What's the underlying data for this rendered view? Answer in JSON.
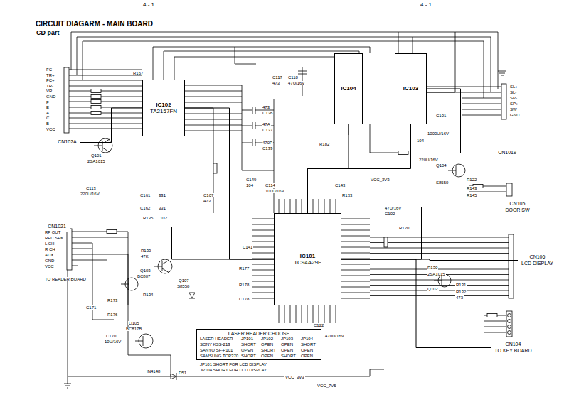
{
  "diagram": {
    "title": "CIRCUIT DIAGARM - MAIN BOARD",
    "nodes": [
      {
        "text": [
          "CN102A"
        ]
      },
      {
        "text": [
          "IC102",
          "TA2157FN"
        ]
      },
      {
        "text": [
          "IC101",
          "TC94A29F"
        ]
      },
      {
        "text": [
          "IC104"
        ]
      },
      {
        "text": [
          "IC103"
        ]
      },
      {
        "text": [
          "CN1019"
        ]
      },
      {
        "text": [
          "CN1021"
        ]
      },
      {
        "text": [
          "CN105",
          "DOOR SW"
        ]
      },
      {
        "text": [
          "CN106",
          "LCD DISPLAY"
        ]
      },
      {
        "text": [
          "CN104",
          "TO KEY BOARD"
        ]
      },
      {
        "text": [
          "LASER HEADER CHOOSE"
        ]
      }
    ],
    "edges": [
      {
        "from": 0,
        "to": 1,
        "arrow": "none"
      },
      {
        "from": 1,
        "to": 2,
        "arrow": "none"
      },
      {
        "from": 2,
        "to": 3,
        "arrow": "none"
      },
      {
        "from": 2,
        "to": 4,
        "arrow": "none"
      },
      {
        "from": 4,
        "to": 5,
        "arrow": "none"
      },
      {
        "from": 6,
        "to": 2,
        "arrow": "none"
      },
      {
        "from": 2,
        "to": 7,
        "arrow": "none"
      },
      {
        "from": 2,
        "to": 8,
        "arrow": "none"
      },
      {
        "from": 2,
        "to": 9,
        "arrow": "none"
      }
    ],
    "labels": [
      "4 - 1",
      "4 - 1",
      "CD part",
      "FC-",
      "TR+",
      "FC+",
      "TR-",
      "VR",
      "GND",
      "F",
      "E",
      "A",
      "C",
      "B",
      "VCC",
      "SL+",
      "SL-",
      "SP-",
      "SP+",
      "SW",
      "GND",
      "RF OUT",
      "REC SPK",
      "L CH",
      "R CH",
      "AUX",
      "GND",
      "VCC",
      "TO READER BOARD",
      "Q101",
      "2SA1015",
      "C113",
      "220U/16V",
      "C161",
      "331",
      "C162",
      "331",
      "R135",
      "102",
      "C107",
      "473",
      "R167",
      "C117",
      "C118",
      "473",
      "47U/16V",
      "473",
      "C136",
      "47A",
      "C137",
      "470P",
      "C139",
      "C149",
      "104",
      "C114",
      "100U/16V",
      "R182",
      "C143",
      "R133",
      "VCC_3V3",
      "220U/16V",
      "Q104",
      "S8550",
      "R122",
      "R143",
      "R145",
      "C101",
      "1000U/16V",
      "104",
      "47U/16V",
      "C102",
      "R120",
      "R130",
      "2SA1015",
      "Q102",
      "R131",
      "R132",
      "473",
      "Q103",
      "BC807",
      "Q107",
      "S8550",
      "R134",
      "R173",
      "R139",
      "47K",
      "Q105",
      "BC817B",
      "R176",
      "C170",
      "10U/16V",
      "C171",
      "IN4148",
      "D51",
      "C141",
      "R177",
      "R178",
      "C178",
      "C122",
      "470U/16V",
      "VCC_3V3",
      "VCC_7V5",
      "LASER HEADER",
      "JP101",
      "JP102",
      "JP103",
      "JP104",
      "SONY KSS-213",
      "SHORT",
      "OPEN",
      "OPEN",
      "SHORT",
      "SANYO SF-P101",
      "OPEN",
      "SHORT",
      "OPEN",
      "OPEN",
      "SAMSUNG TOP370",
      "SHORT",
      "OPEN",
      "SHORT",
      "OPEN",
      "JP101 SHORT FOR LCD DISPLAY",
      "JP104 SHORT FOR LCD DISPLAY"
    ]
  }
}
